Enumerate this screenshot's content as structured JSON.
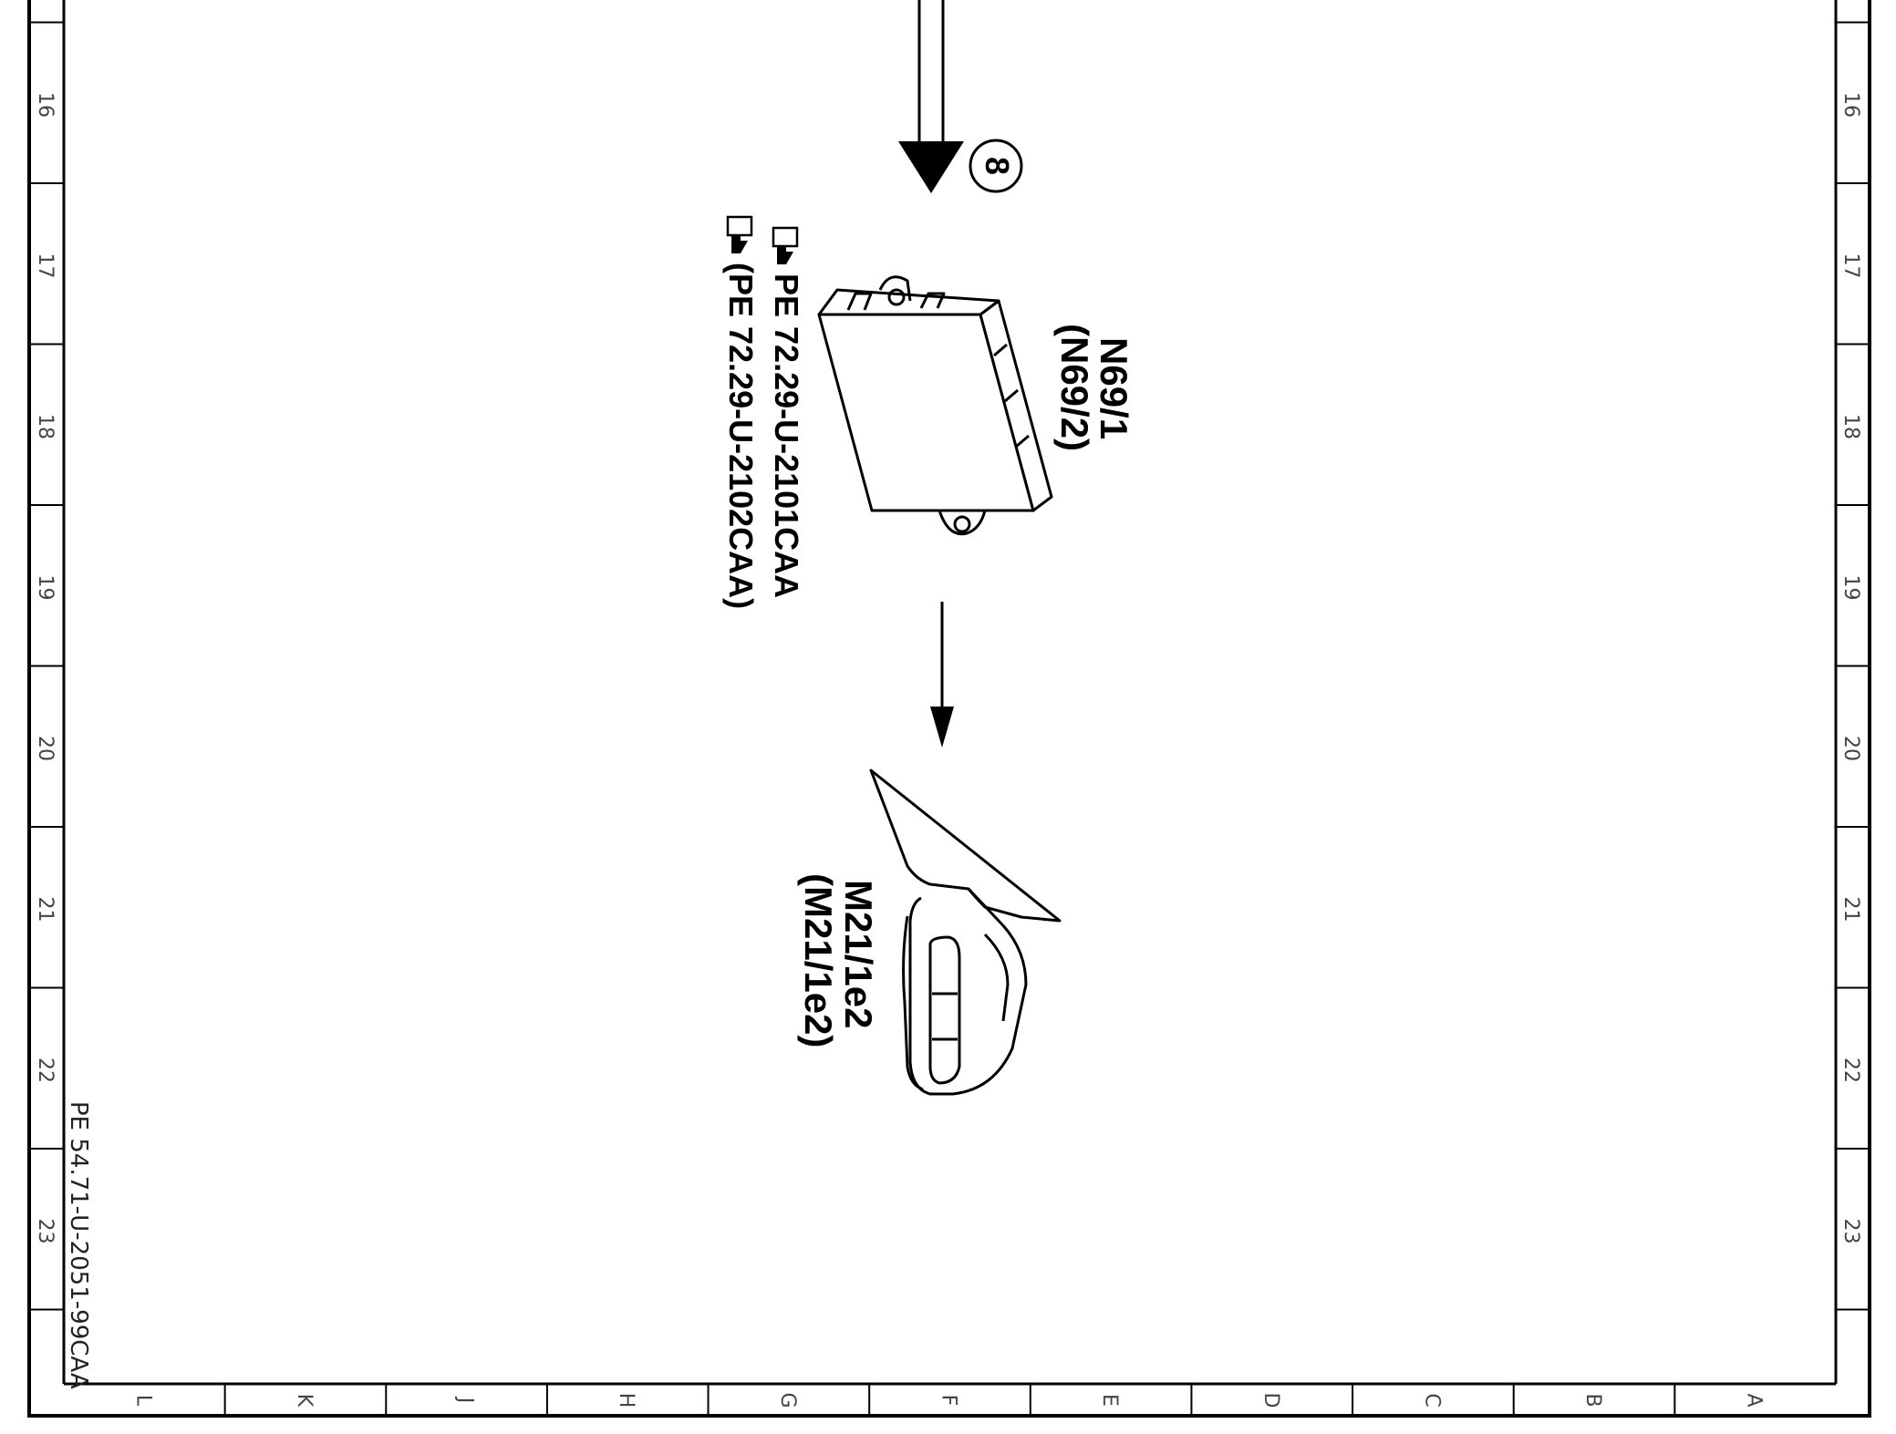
{
  "frame": {
    "row_labels": [
      "16",
      "17",
      "18",
      "19",
      "20",
      "21",
      "22",
      "23"
    ],
    "column_labels": [
      "L",
      "K",
      "J",
      "H",
      "G",
      "F",
      "E",
      "D",
      "C",
      "B",
      "A"
    ]
  },
  "document_code": "PE 54.71-U-2051-99CAA",
  "connector_marker": "8",
  "control_unit": {
    "label": "N69/1",
    "alt_label": "(N69/2)",
    "ref_primary": "PE 72.29-U-2101CAA",
    "ref_secondary": "(PE 72.29-U-2102CAA)",
    "pointer_icon": "pointing-hand-icon"
  },
  "mirror": {
    "label": "M21/1e2",
    "alt_label": "(M21/1e2)"
  },
  "colors": {
    "line": "#000000",
    "background": "#ffffff"
  }
}
